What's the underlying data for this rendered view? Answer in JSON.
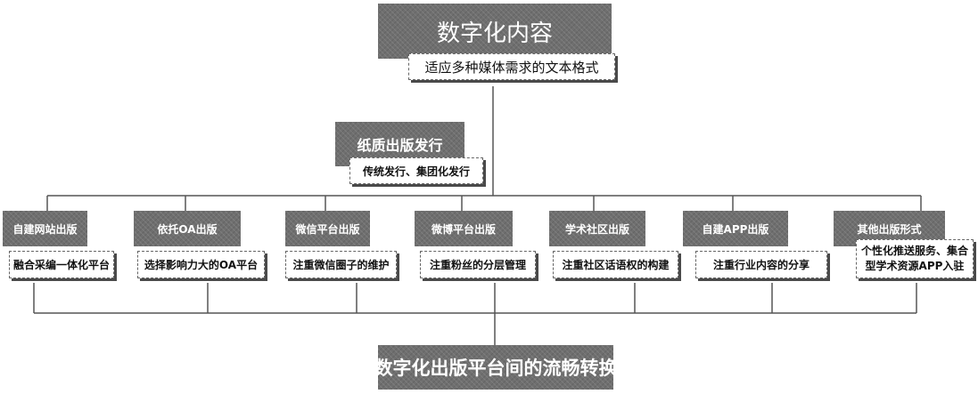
{
  "top": {
    "title": "数字化内容",
    "subtitle": "适应多种媒体需求的文本格式"
  },
  "print": {
    "title": "纸质出版发行",
    "desc": "传统发行、集团化发行"
  },
  "platforms": [
    {
      "title": "自建网站出版",
      "desc": "融合采编一体化平台"
    },
    {
      "title": "依托OA出版",
      "desc": "选择影响力大的OA平台"
    },
    {
      "title": "微信平台出版",
      "desc": "注重微信圈子的维护"
    },
    {
      "title": "微博平台出版",
      "desc": "注重粉丝的分层管理"
    },
    {
      "title": "学术社区出版",
      "desc": "注重社区话语权的构建"
    },
    {
      "title": "自建APP出版",
      "desc": "注重行业内容的分享"
    },
    {
      "title": "其他出版形式",
      "desc": "个性化推送服务、集合型学术资源APP入驻"
    }
  ],
  "bottom": {
    "title": "数字化出版平台间的流畅转换"
  },
  "colors": {
    "dark_box": "#6f6f6f",
    "light_box_border": "#666666",
    "connector": "#555555"
  }
}
